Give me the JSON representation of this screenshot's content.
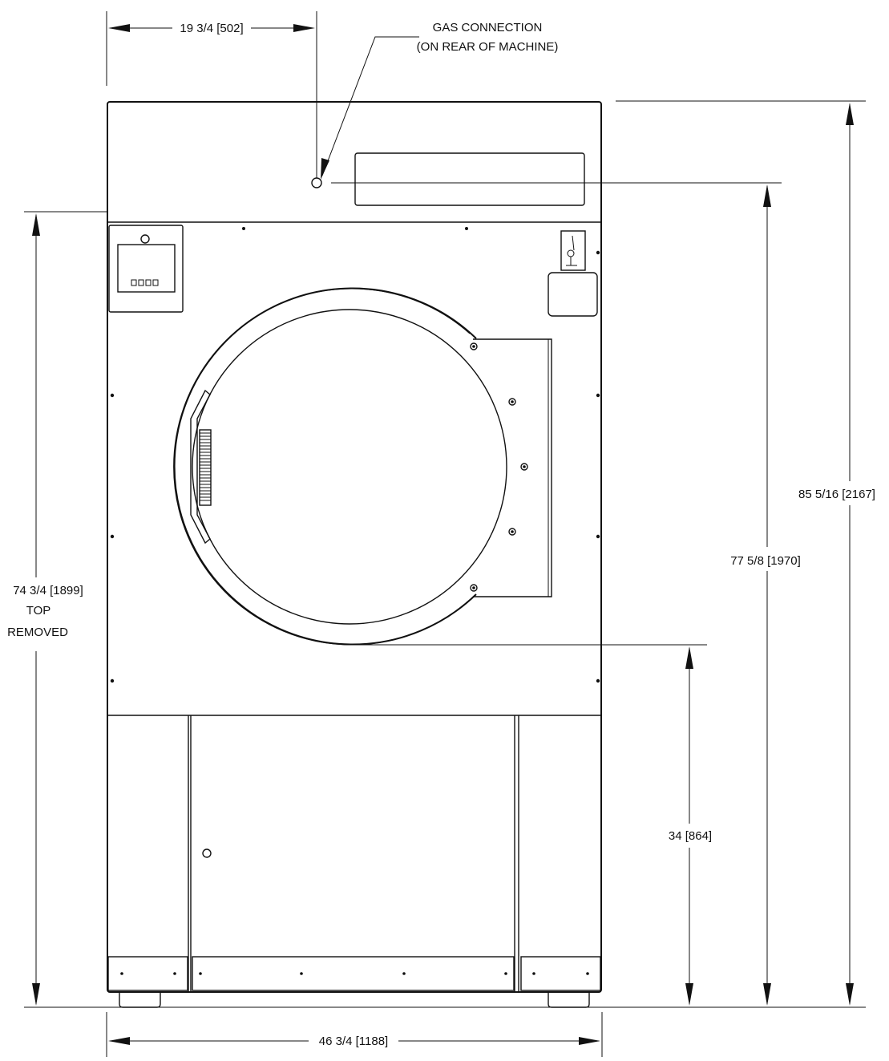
{
  "dimensions": {
    "top_width": "19 3/4 [502]",
    "gas_line1": "GAS CONNECTION",
    "gas_line2": "(ON REAR OF MACHINE)",
    "left_height_1": "74 3/4 [1899]",
    "left_height_2": "TOP",
    "left_height_3": "REMOVED",
    "overall_height": "85 5/16 [2167]",
    "gas_height": "77 5/8 [1970]",
    "door_height": "34 [864]",
    "overall_width": "46 3/4 [1188]"
  }
}
